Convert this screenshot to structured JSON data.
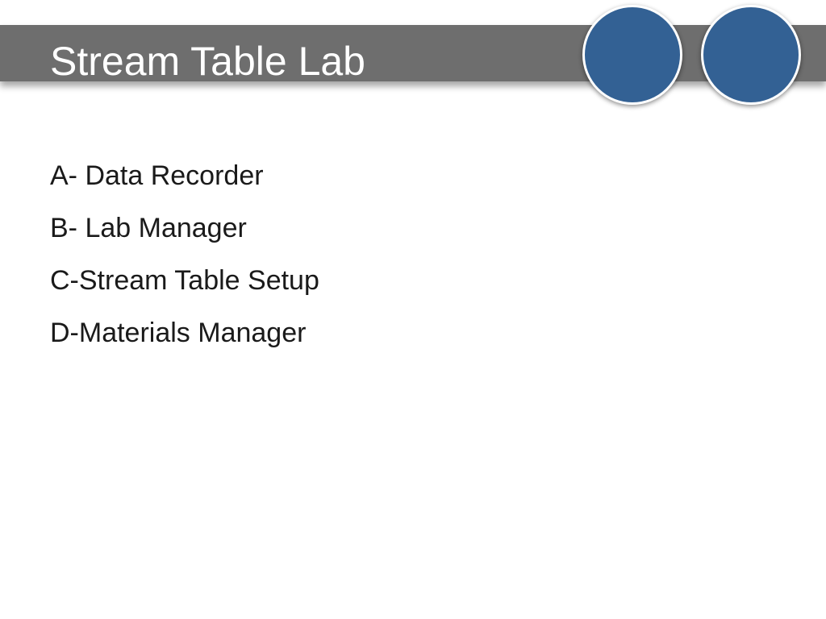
{
  "slide": {
    "title": "Stream Table Lab",
    "roles": [
      "A- Data Recorder",
      "B- Lab Manager",
      "C-Stream Table Setup",
      "D-Materials Manager"
    ]
  },
  "colors": {
    "title_bar": "#6e6e6e",
    "accent_circle": "#336194",
    "title_text": "#ffffff",
    "body_text": "#1a1a1a",
    "background": "#ffffff"
  }
}
